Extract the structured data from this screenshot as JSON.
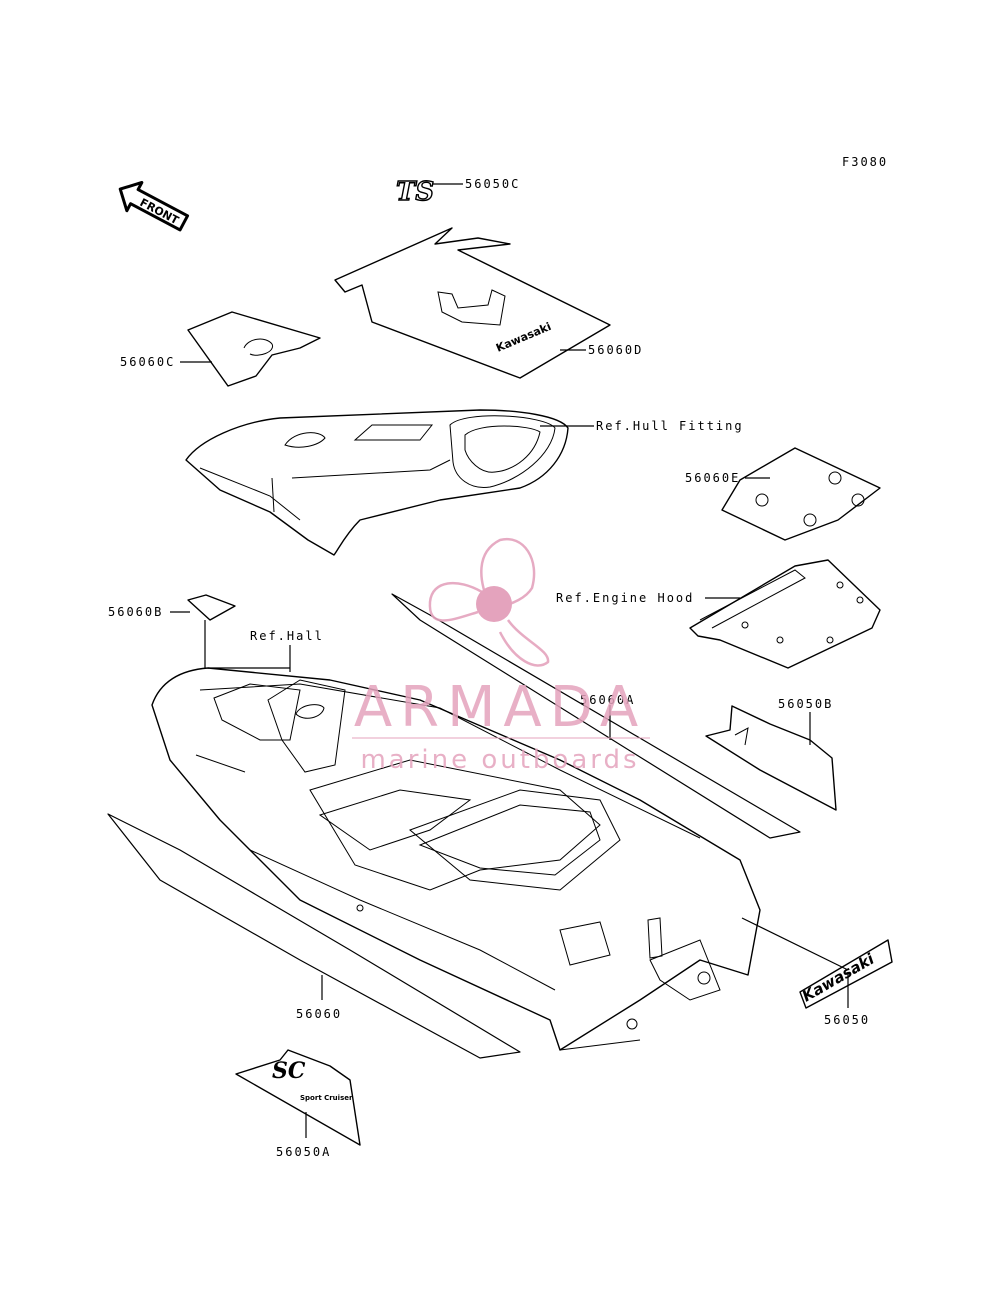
{
  "figure_code": "F3080",
  "front_badge": "FRONT",
  "labels": {
    "p56050C": "56050C",
    "p56060D": "56060D",
    "p56060C": "56060C",
    "ref_hull_fitting": "Ref.Hull Fitting",
    "p56060E": "56060E",
    "ref_engine_hood": "Ref.Engine Hood",
    "p56060B": "56060B",
    "ref_hull": "Ref.Hall",
    "p56060A": "56060A",
    "p56050B": "56050B",
    "p56050": "56050",
    "p56060": "56060",
    "p56050A": "56050A"
  },
  "decal_text": {
    "kawasaki": "Kawasaki",
    "sc_logo": "SC",
    "sport_cruiser": "Sport Cruiser",
    "ts_logo": "TS"
  },
  "watermark": {
    "title": "ARMADA",
    "subtitle": "marine outboards",
    "color": "#e4a3bd"
  }
}
